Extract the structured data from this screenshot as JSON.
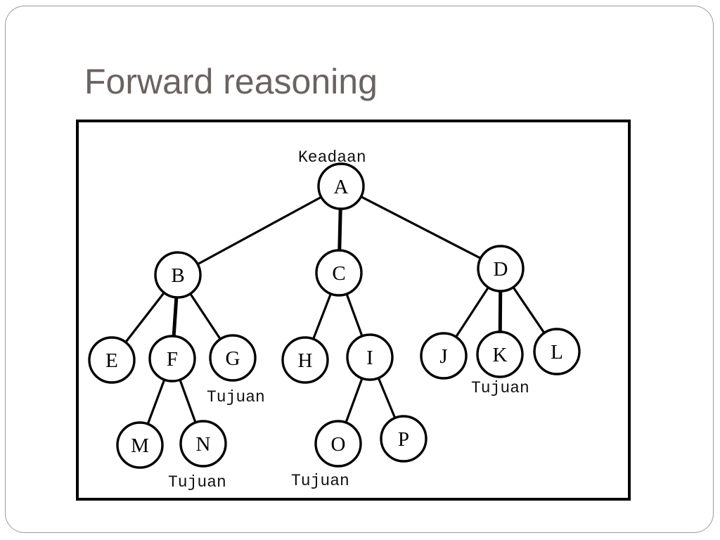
{
  "slide": {
    "title": "Forward reasoning"
  },
  "diagram": {
    "start_label": "Keadaan",
    "nodes": [
      "A",
      "B",
      "C",
      "D",
      "E",
      "F",
      "G",
      "H",
      "I",
      "J",
      "K",
      "L",
      "M",
      "N",
      "O",
      "P"
    ],
    "edges": [
      [
        "A",
        "B"
      ],
      [
        "A",
        "C"
      ],
      [
        "A",
        "D"
      ],
      [
        "B",
        "E"
      ],
      [
        "B",
        "F"
      ],
      [
        "B",
        "G"
      ],
      [
        "C",
        "H"
      ],
      [
        "C",
        "I"
      ],
      [
        "D",
        "J"
      ],
      [
        "D",
        "K"
      ],
      [
        "D",
        "L"
      ],
      [
        "F",
        "M"
      ],
      [
        "F",
        "N"
      ],
      [
        "I",
        "O"
      ],
      [
        "I",
        "P"
      ]
    ],
    "goal_labels": [
      "Tujuan",
      "Tujuan",
      "Tujuan",
      "Tujuan"
    ]
  }
}
